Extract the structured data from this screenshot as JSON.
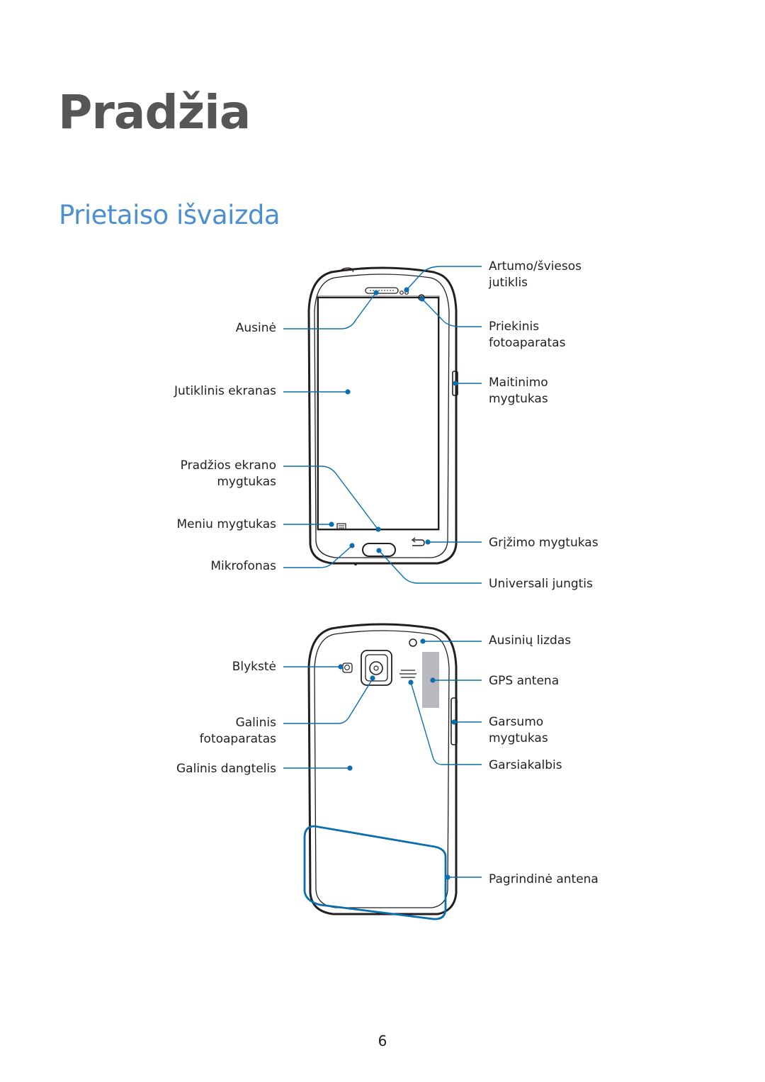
{
  "chapter_title": "Pradžia",
  "section_title": "Prietaiso išvaizda",
  "front": {
    "left_labels": [
      "Ausinė",
      "Jutiklinis ekranas",
      "Pradžios ekrano\nmygtukas",
      "Meniu mygtukas",
      "Mikrofonas"
    ],
    "right_labels": [
      "Artumo/šviesos\njutiklis",
      "Priekinis\nfotoaparatas",
      "Maitinimo\nmygtukas",
      "Grįžimo mygtukas",
      "Universali jungtis"
    ]
  },
  "back": {
    "left_labels": [
      "Blykstė",
      "Galinis\nfotoaparatas",
      "Galinis dangtelis"
    ],
    "right_labels": [
      "Ausinių lizdas",
      "GPS antena",
      "Garsumo\nmygtukas",
      "Garsiakalbis",
      "Pagrindinė antena"
    ]
  },
  "page_number": "6",
  "colors": {
    "callout": "#0b6fae",
    "title": "#555658",
    "section": "#4d8fcf",
    "gps_area": "#b8babd"
  }
}
